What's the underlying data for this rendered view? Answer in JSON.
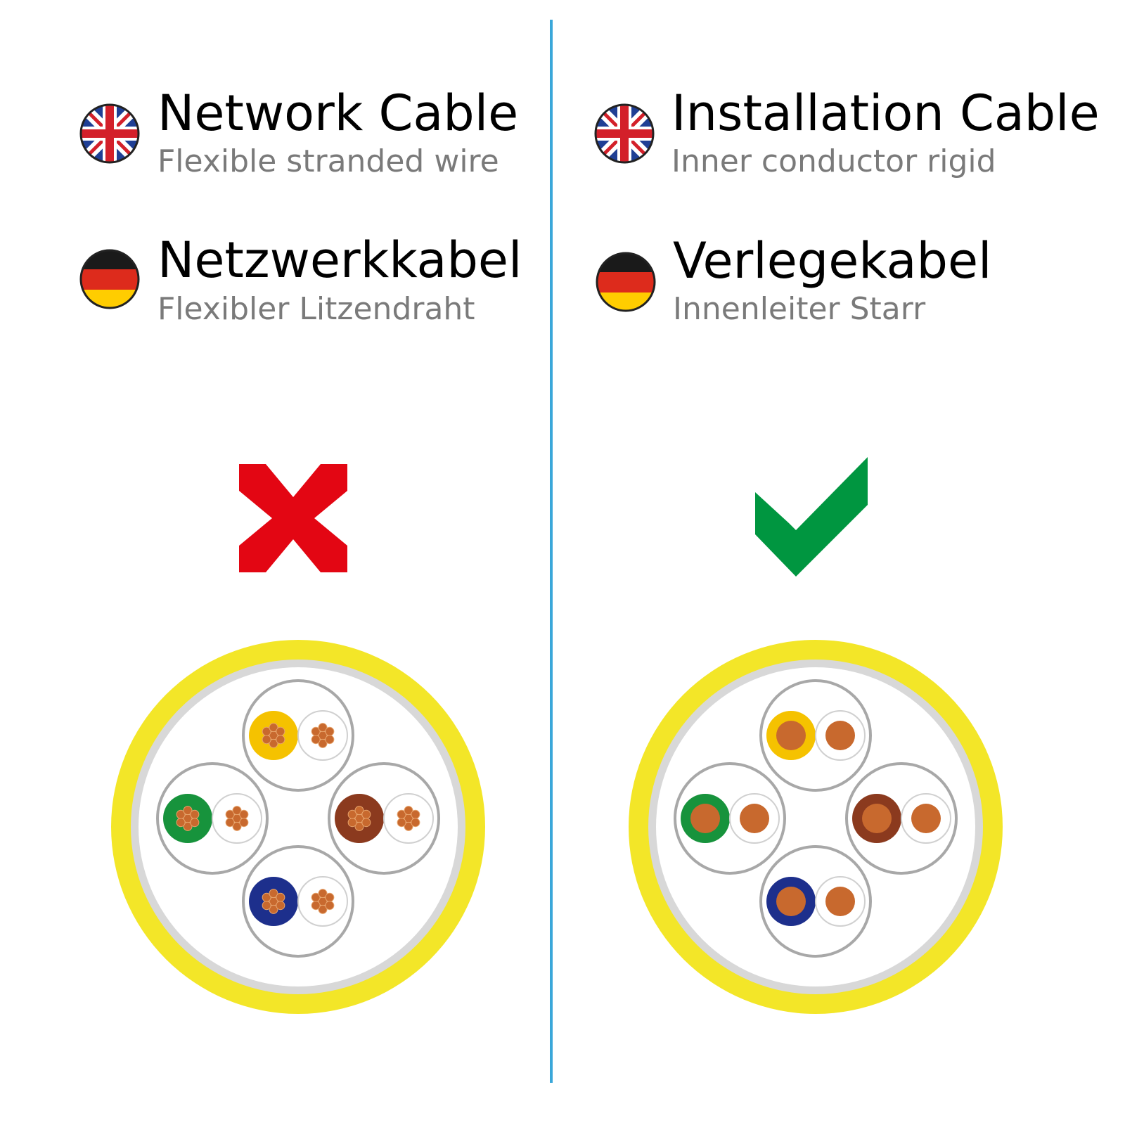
{
  "colors": {
    "divider": "#3aa7d9",
    "subtitle": "#7a7a7a",
    "cross": "#e30613",
    "check": "#009640",
    "jacket": "#f3e628",
    "jacket_inner": "#d8d8d8",
    "pair_ring": "#a8a8a8",
    "copper": "#c8692e",
    "copper_strand_edge": "#e7a46c",
    "pair_colors": {
      "orange": "#f5c200",
      "green": "#17933c",
      "brown": "#8b3a1e",
      "blue": "#1d2f8c"
    }
  },
  "left": {
    "en_flag": "uk-flag-icon",
    "en_title": "Network Cable",
    "en_subtitle": "Flexible stranded wire",
    "de_flag": "germany-flag-icon",
    "de_title": "Netzwerkkabel",
    "de_subtitle": "Flexibler Litzendraht",
    "verdict_icon": "red-x-icon",
    "conductor": "stranded"
  },
  "right": {
    "en_flag": "uk-flag-icon",
    "en_title": "Installation Cable",
    "en_subtitle": "Inner conductor rigid",
    "de_flag": "germany-flag-icon",
    "de_title": "Verlegekabel",
    "de_subtitle": "Innenleiter Starr",
    "verdict_icon": "green-check-icon",
    "conductor": "solid"
  }
}
